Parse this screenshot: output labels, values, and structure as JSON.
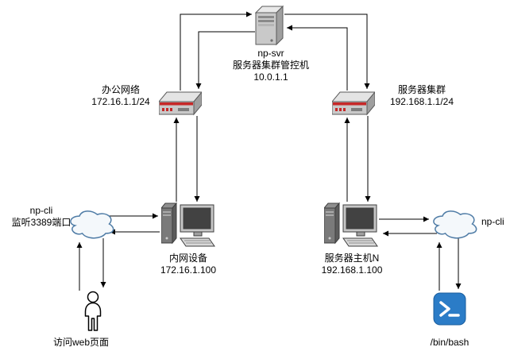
{
  "diagram_title": "network-topology",
  "nodes": {
    "server": {
      "line1": "np-svr",
      "line2": "服务器集群管控机",
      "line3": "10.0.1.1"
    },
    "office": {
      "line1": "办公网络",
      "line2": "172.16.1.1/24"
    },
    "cluster": {
      "line1": "服务器集群",
      "line2": "192.168.1.1/24"
    },
    "intranet": {
      "line1": "内网设备",
      "line2": "172.16.1.100"
    },
    "host": {
      "line1": "服务器主机N",
      "line2": "192.168.1.100"
    },
    "cloud_left": {
      "line1": "np-cli",
      "line2": "监听3389端口"
    },
    "cloud_right": {
      "line1": "np-cli"
    },
    "user": {
      "line1": "访问web页面"
    },
    "shell": {
      "line1": "/bin/bash"
    }
  },
  "icons": {
    "server": "tower-server-icon",
    "router_left": "firewall-router-icon",
    "router_right": "firewall-router-icon",
    "pc_left": "desktop-pc-icon",
    "pc_right": "desktop-pc-icon",
    "cloud": "cloud-icon",
    "user": "person-icon",
    "shell": "terminal-icon"
  },
  "colors": {
    "line": "#000000",
    "router_accent": "#c62828",
    "shell_blue": "#2b7cc7",
    "cloud_stroke": "#4f7ca6"
  }
}
